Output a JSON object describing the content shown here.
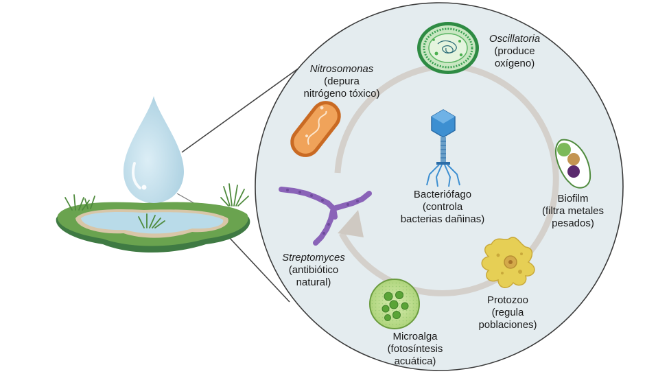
{
  "organisms": {
    "oscillatoria": {
      "name": "Oscillatoria",
      "desc1": "(produce",
      "desc2": "oxígeno)"
    },
    "nitrosomonas": {
      "name": "Nitrosomonas",
      "desc1": "(depura",
      "desc2": "nitrógeno tóxico)"
    },
    "bacteriofago": {
      "name": "Bacteriófago",
      "desc1": "(controla",
      "desc2": "bacterias dañinas)"
    },
    "biofilm": {
      "name": "Biofilm",
      "desc1": "(filtra metales",
      "desc2": "pesados)"
    },
    "streptomyces": {
      "name": "Streptomyces",
      "desc1": "(antibiótico",
      "desc2": "natural)"
    },
    "protozoo": {
      "name": "Protozoo",
      "desc1": "(regula",
      "desc2": "poblaciones)"
    },
    "microalga": {
      "name": "Microalga",
      "desc1": "(fotosíntesis",
      "desc2": "acuática)"
    }
  },
  "colors": {
    "circle_fill": "#e4ecef",
    "water": "#b9dbe9",
    "grass": "#6aa34f",
    "nitrosomonas": "#e8873a",
    "streptomyces": "#8a63b8",
    "phage": "#3d8fd1",
    "microalga": "#9ccc65",
    "oscillatoria": "#4caf50",
    "protozoo": "#e6cf55"
  }
}
